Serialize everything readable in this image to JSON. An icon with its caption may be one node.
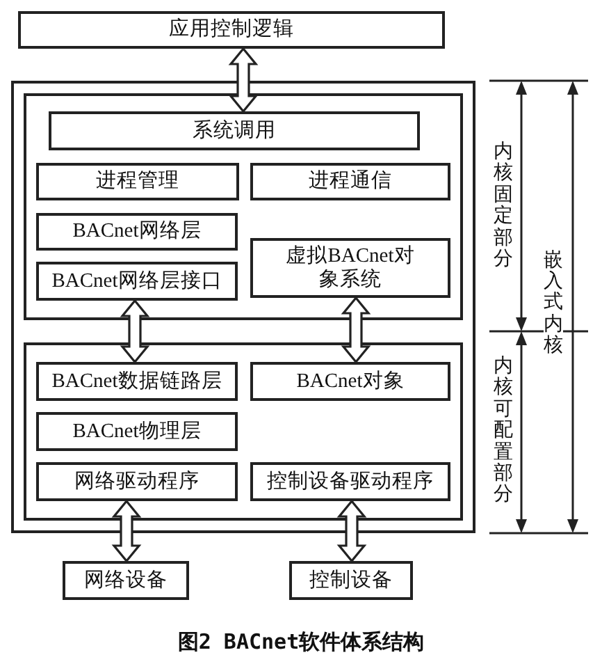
{
  "diagram": {
    "caption": "图2 BACnet软件体系结构",
    "nodes": [
      {
        "text": [
          "应用控制逻辑"
        ]
      },
      {
        "text": [],
        "shape": "box"
      },
      {
        "text": [],
        "shape": "box",
        "in": 1
      },
      {
        "text": [
          "系统调用"
        ],
        "in": 2
      },
      {
        "text": [
          "进程管理"
        ],
        "in": 2
      },
      {
        "text": [
          "进程通信"
        ],
        "in": 2
      },
      {
        "text": [
          "BACnet网络层"
        ],
        "in": 2
      },
      {
        "text": [
          "BACnet网络层接口"
        ],
        "in": 2
      },
      {
        "text": [
          "虚拟BACnet对象系统"
        ],
        "in": 2
      },
      {
        "text": [],
        "shape": "box",
        "in": 1
      },
      {
        "text": [
          "BACnet数据链路层"
        ],
        "in": 9
      },
      {
        "text": [
          "BACnet对象"
        ],
        "in": 9
      },
      {
        "text": [
          "BACnet物理层"
        ],
        "in": 9
      },
      {
        "text": [
          "网络驱动程序"
        ],
        "in": 9
      },
      {
        "text": [
          "控制设备驱动程序"
        ],
        "in": 9
      },
      {
        "text": [
          "网络设备"
        ]
      },
      {
        "text": [
          "控制设备"
        ]
      }
    ],
    "edges": [
      {
        "from": 0,
        "to": 3,
        "arrow": "both"
      },
      {
        "from": 7,
        "to": 10,
        "arrow": "both"
      },
      {
        "from": 8,
        "to": 11,
        "arrow": "both"
      },
      {
        "from": 13,
        "to": 15,
        "arrow": "both"
      },
      {
        "from": 14,
        "to": 16,
        "arrow": "both"
      }
    ],
    "labels": [
      "内核固定部分",
      "内核可配置部分",
      "嵌入式内核"
    ]
  }
}
